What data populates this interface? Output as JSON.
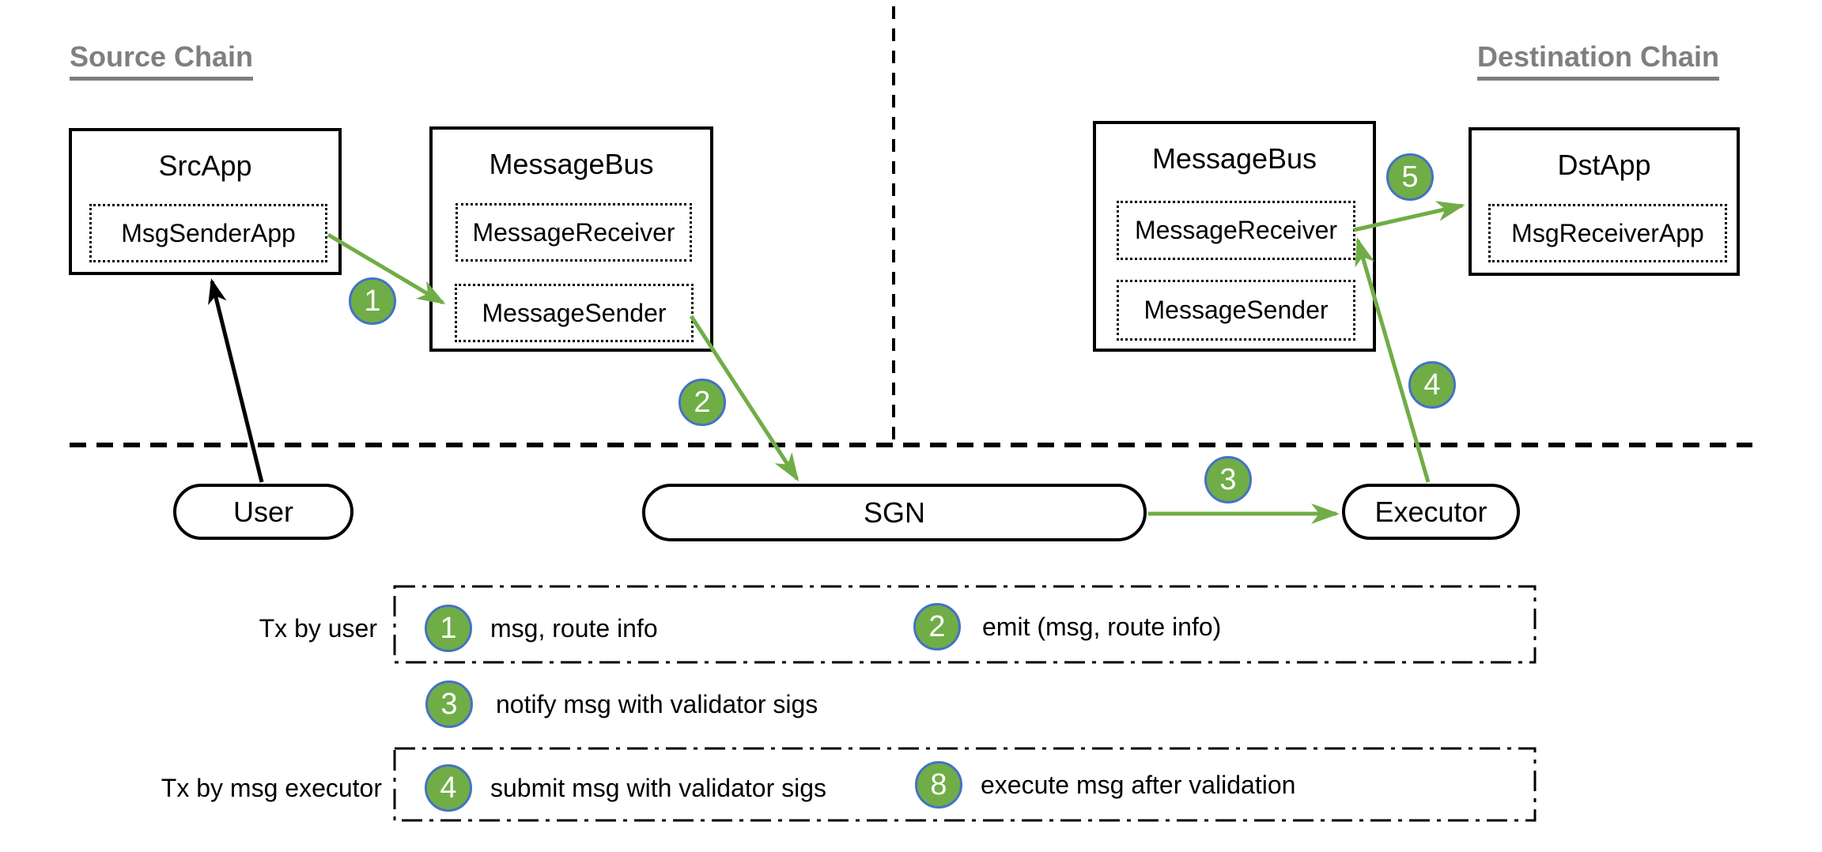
{
  "colors": {
    "accent_green": "#70ad47",
    "badge_border": "#4472c4",
    "heading_gray": "#7f7f7f"
  },
  "headings": {
    "source": "Source Chain",
    "destination": "Destination Chain"
  },
  "source": {
    "src_app": {
      "title": "SrcApp",
      "module": "MsgSenderApp"
    },
    "message_bus": {
      "title": "MessageBus",
      "modules": [
        "MessageReceiver",
        "MessageSender"
      ]
    }
  },
  "destination": {
    "message_bus": {
      "title": "MessageBus",
      "modules": [
        "MessageReceiver",
        "MessageSender"
      ]
    },
    "dst_app": {
      "title": "DstApp",
      "module": "MsgReceiverApp"
    }
  },
  "actors": {
    "user": "User",
    "sgn": "SGN",
    "executor": "Executor"
  },
  "steps": {
    "s1": {
      "n": "1",
      "label": "msg, route info"
    },
    "s2": {
      "n": "2",
      "label": "emit (msg, route info)"
    },
    "s3": {
      "n": "3",
      "label": "notify msg with validator sigs"
    },
    "s4": {
      "n": "4",
      "label": "submit msg with validator sigs"
    },
    "s5": {
      "n": "5"
    },
    "s8": {
      "n": "8",
      "label": "execute msg after validation"
    }
  },
  "legend": {
    "row1_label": "Tx by user",
    "row2_label": "Tx by msg executor"
  }
}
